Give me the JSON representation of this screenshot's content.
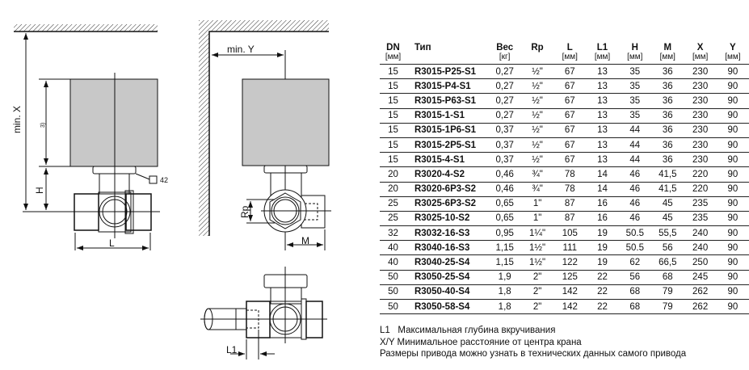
{
  "drawings": {
    "min_x": "min. X",
    "min_y": "min. Y",
    "note3": "3)",
    "H": "H",
    "L": "L",
    "Rp": "Rp",
    "M": "M",
    "L1": "L1",
    "square42": "42"
  },
  "table": {
    "headers": [
      {
        "name": "DN",
        "unit": "[мм]"
      },
      {
        "name": "Тип",
        "unit": ""
      },
      {
        "name": "Вес",
        "unit": "[кг]"
      },
      {
        "name": "Rp",
        "unit": ""
      },
      {
        "name": "L",
        "unit": "[мм]"
      },
      {
        "name": "L1",
        "unit": "[мм]"
      },
      {
        "name": "H",
        "unit": "[мм]"
      },
      {
        "name": "M",
        "unit": "[мм]"
      },
      {
        "name": "X",
        "unit": "[мм]"
      },
      {
        "name": "Y",
        "unit": "[мм]"
      }
    ],
    "rows": [
      [
        "15",
        "R3015-P25-S1",
        "0,27",
        "½\"",
        "67",
        "13",
        "35",
        "36",
        "230",
        "90"
      ],
      [
        "15",
        "R3015-P4-S1",
        "0,27",
        "½\"",
        "67",
        "13",
        "35",
        "36",
        "230",
        "90"
      ],
      [
        "15",
        "R3015-P63-S1",
        "0,27",
        "½\"",
        "67",
        "13",
        "35",
        "36",
        "230",
        "90"
      ],
      [
        "15",
        "R3015-1-S1",
        "0,27",
        "½\"",
        "67",
        "13",
        "35",
        "36",
        "230",
        "90"
      ],
      [
        "15",
        "R3015-1P6-S1",
        "0,37",
        "½\"",
        "67",
        "13",
        "44",
        "36",
        "230",
        "90"
      ],
      [
        "15",
        "R3015-2P5-S1",
        "0,37",
        "½\"",
        "67",
        "13",
        "44",
        "36",
        "230",
        "90"
      ],
      [
        "15",
        "R3015-4-S1",
        "0,37",
        "½\"",
        "67",
        "13",
        "44",
        "36",
        "230",
        "90"
      ],
      [
        "20",
        "R3020-4-S2",
        "0,46",
        "¾\"",
        "78",
        "14",
        "46",
        "41,5",
        "220",
        "90"
      ],
      [
        "20",
        "R3020-6P3-S2",
        "0,46",
        "¾\"",
        "78",
        "14",
        "46",
        "41,5",
        "220",
        "90"
      ],
      [
        "25",
        "R3025-6P3-S2",
        "0,65",
        "1\"",
        "87",
        "16",
        "46",
        "45",
        "235",
        "90"
      ],
      [
        "25",
        "R3025-10-S2",
        "0,65",
        "1\"",
        "87",
        "16",
        "46",
        "45",
        "235",
        "90"
      ],
      [
        "32",
        "R3032-16-S3",
        "0,95",
        "1¼\"",
        "105",
        "19",
        "50.5",
        "55,5",
        "240",
        "90"
      ],
      [
        "40",
        "R3040-16-S3",
        "1,15",
        "1½\"",
        "111",
        "19",
        "50.5",
        "56",
        "240",
        "90"
      ],
      [
        "40",
        "R3040-25-S4",
        "1,15",
        "1½\"",
        "122",
        "19",
        "62",
        "66,5",
        "250",
        "90"
      ],
      [
        "50",
        "R3050-25-S4",
        "1,9",
        "2\"",
        "125",
        "22",
        "56",
        "68",
        "245",
        "90"
      ],
      [
        "50",
        "R3050-40-S4",
        "1,8",
        "2\"",
        "142",
        "22",
        "68",
        "79",
        "262",
        "90"
      ],
      [
        "50",
        "R3050-58-S4",
        "1,8",
        "2\"",
        "142",
        "22",
        "68",
        "79",
        "262",
        "90"
      ]
    ]
  },
  "notes": [
    "L1   Максимальная глубина вкручивания",
    "X/Y Минимальное расстояние от центра крана",
    "Размеры привода можно узнать в технических данных самого привода"
  ]
}
